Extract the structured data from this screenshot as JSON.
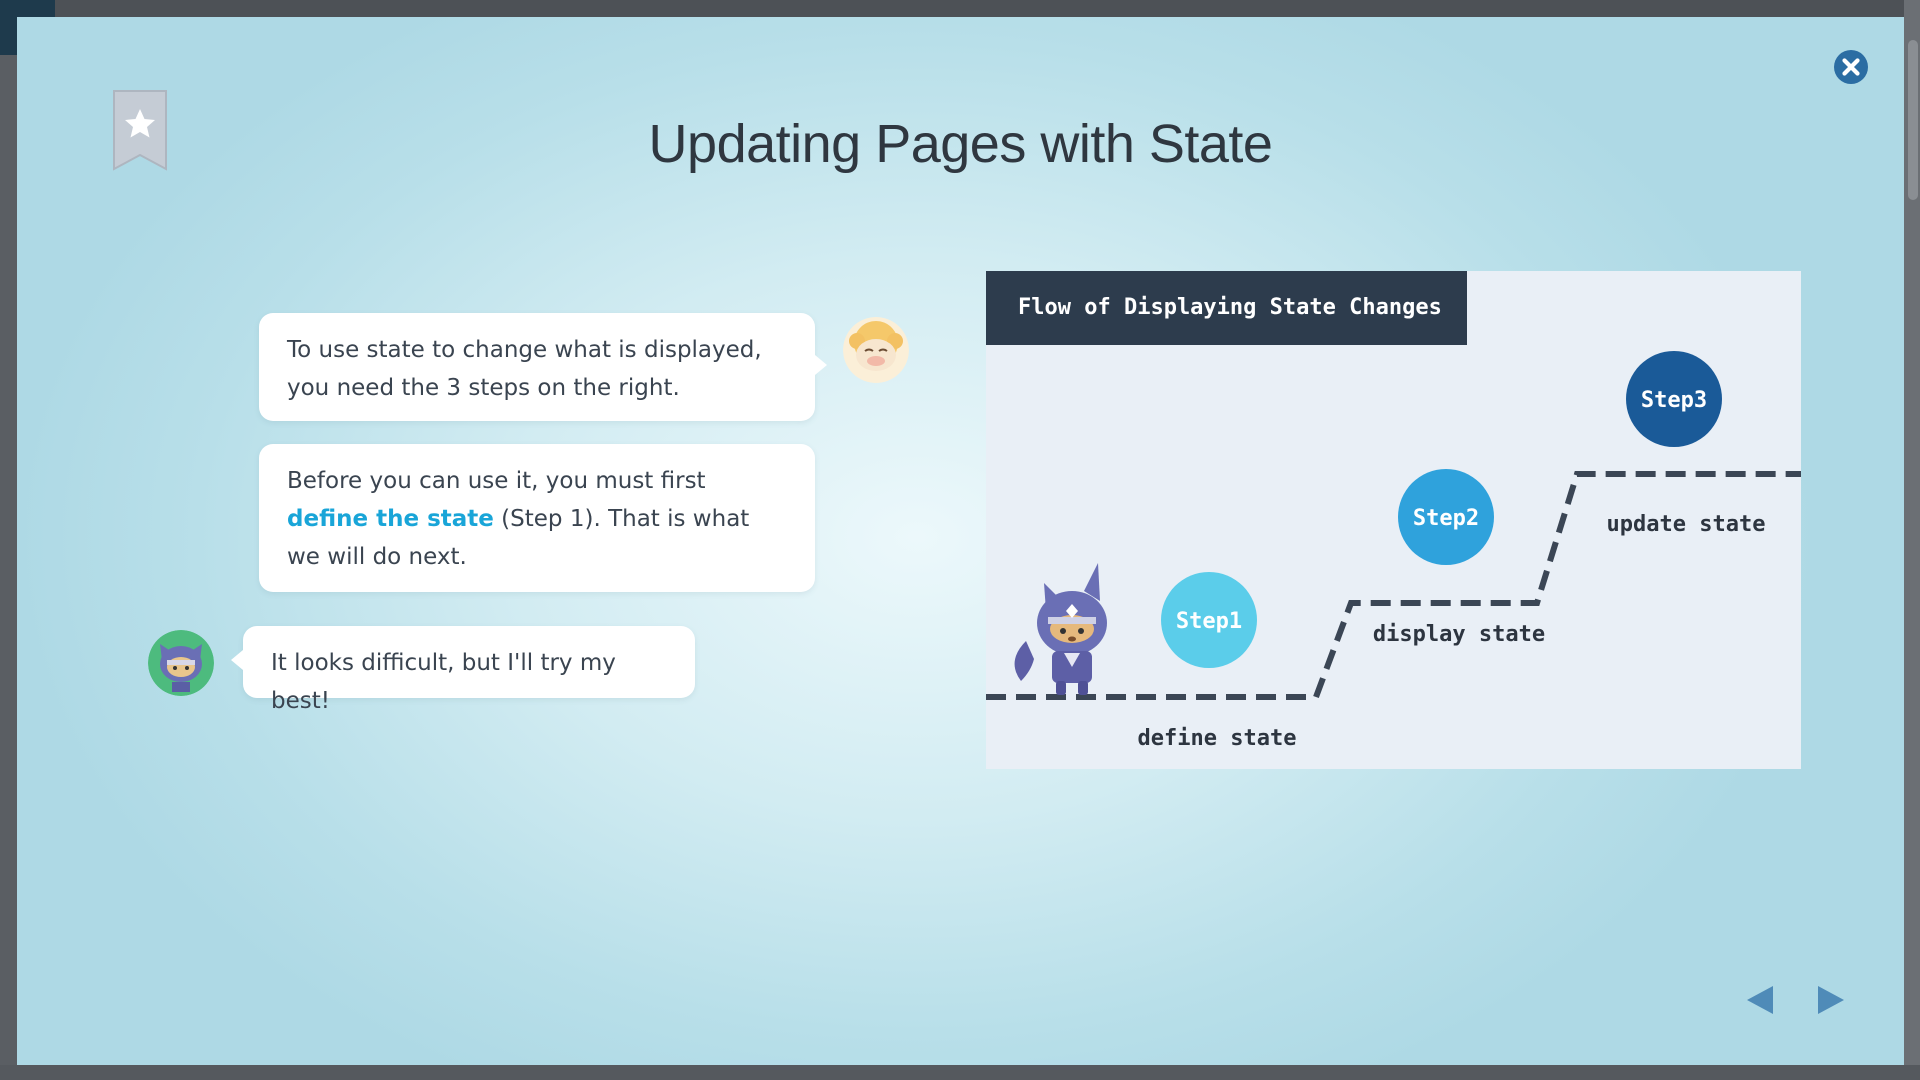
{
  "lesson": {
    "title": "Updating Pages with State"
  },
  "icons": {
    "bookmark": "bookmark-star-icon",
    "close": "close-circle-icon",
    "prev": "triangle-left-icon",
    "next": "triangle-right-icon"
  },
  "chat": {
    "message1": "To use state to change what is displayed, you need the 3 steps on the right.",
    "message2_before": "Before you can use it, you must first ",
    "message2_highlight": "define the state",
    "message2_after": " (Step 1). That is what we will do next.",
    "message3": "It looks difficult, but I'll try my best!"
  },
  "diagram": {
    "header": "Flow of Displaying State Changes",
    "steps": [
      {
        "badge": "Step1",
        "label": "define state",
        "color": "#5bcdea"
      },
      {
        "badge": "Step2",
        "label": "display state",
        "color": "#2fa2dc"
      },
      {
        "badge": "Step3",
        "label": "update state",
        "color": "#1a5a98"
      }
    ]
  },
  "colors": {
    "accent": "#19a5d8",
    "header_bg": "#2d3c4d",
    "nav_arrow": "#4f8bb8"
  }
}
